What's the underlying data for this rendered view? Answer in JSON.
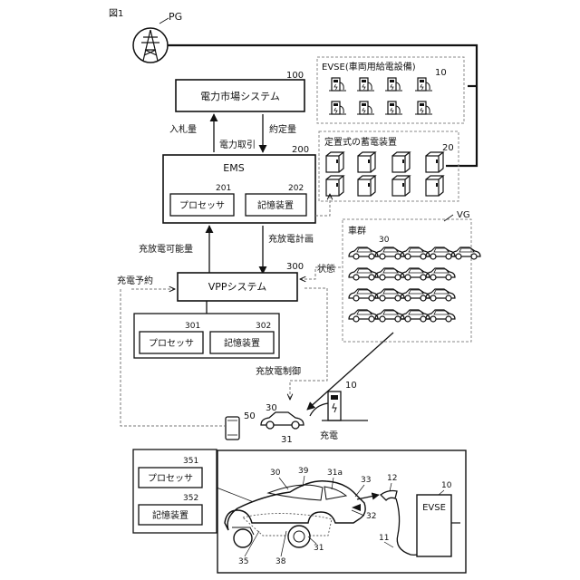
{
  "figure_label": "図1",
  "power_grid": {
    "label": "PG"
  },
  "market": {
    "title": "電力市場システム",
    "ref": "100"
  },
  "ems": {
    "title": "EMS",
    "ref": "200",
    "processor": "プロセッサ",
    "processor_ref": "201",
    "storage": "記憶装置",
    "storage_ref": "202"
  },
  "vpp": {
    "title": "VPPシステム",
    "ref": "300",
    "processor": "プロセッサ",
    "processor_ref": "301",
    "storage": "記憶装置",
    "storage_ref": "302"
  },
  "evse_group": {
    "title": "EVSE(車両用給電設備)",
    "ref": "10"
  },
  "battery_group": {
    "title": "定置式の蓄電装置",
    "ref": "20"
  },
  "vehicle_group": {
    "title": "車群",
    "group_label": "VG",
    "ref": "30"
  },
  "flows": {
    "bid": "入札量",
    "contract": "約定量",
    "trade": "電力取引",
    "capacity": "充放電可能量",
    "plan": "充放電計画",
    "state": "状態",
    "reservation": "充電予約",
    "control": "充放電制御",
    "charging": "充電"
  },
  "scene": {
    "vehicle_ref": "30",
    "evse_ref": "10",
    "phone_ref": "50",
    "battery_ref": "31"
  },
  "detail": {
    "processor": "プロセッサ",
    "processor_ref": "351",
    "storage": "記憶装置",
    "storage_ref": "352",
    "evse_label": "EVSE",
    "refs": {
      "vehicle": "30",
      "roof": "39",
      "battery_a": "31a",
      "inlet": "33",
      "connector": "12",
      "evse": "10",
      "port": "32",
      "cable": "11",
      "battery": "31",
      "ecu": "35",
      "wiring": "38"
    }
  }
}
